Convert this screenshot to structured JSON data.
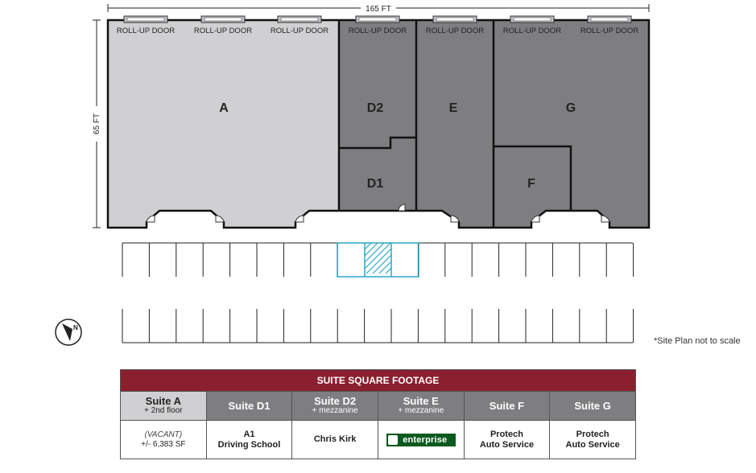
{
  "dimensions": {
    "width_label": "165 FT",
    "height_label": "65 FT"
  },
  "doors": [
    {
      "label": "ROLL-UP DOOR"
    },
    {
      "label": "ROLL-UP DOOR"
    },
    {
      "label": "ROLL-UP DOOR"
    },
    {
      "label": "ROLL-UP DOOR"
    },
    {
      "label": "ROLL-UP DOOR"
    },
    {
      "label": "ROLL-UP DOOR"
    },
    {
      "label": "ROLL-UP DOOR"
    }
  ],
  "suites": [
    {
      "label": "A"
    },
    {
      "label": "D2"
    },
    {
      "label": "D1"
    },
    {
      "label": "E"
    },
    {
      "label": "G"
    },
    {
      "label": "F"
    }
  ],
  "colors": {
    "vacant": "#d0d0d2",
    "occupied": "#7e7e81",
    "header": "#8a1f2e",
    "accessible": "#2aa7c9"
  },
  "compass": {
    "label": "N",
    "icon": "north-arrow-icon"
  },
  "note": "*Site Plan not to scale",
  "table": {
    "title": "SUITE SQUARE FOOTAGE",
    "columns": [
      {
        "name": "Suite A",
        "sub": "+ 2nd floor",
        "status": "vacant"
      },
      {
        "name": "Suite D1",
        "sub": "",
        "status": "occupied"
      },
      {
        "name": "Suite D2",
        "sub": "+ mezzanine",
        "status": "occupied"
      },
      {
        "name": "Suite E",
        "sub": "+ mezzanine",
        "status": "occupied"
      },
      {
        "name": "Suite F",
        "sub": "",
        "status": "occupied"
      },
      {
        "name": "Suite G",
        "sub": "",
        "status": "occupied"
      }
    ],
    "tenants": {
      "a_status": "(VACANT)",
      "a_size": "+/- 6,383 SF",
      "d1_line1": "A1",
      "d1_line2": "Driving School",
      "d2": "Chris Kirk",
      "e_logo_text": "enterprise",
      "f_line1": "Protech",
      "f_line2": "Auto Service",
      "g_line1": "Protech",
      "g_line2": "Auto Service"
    }
  }
}
